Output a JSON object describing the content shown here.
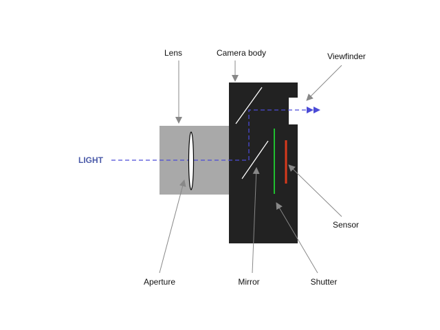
{
  "labels": {
    "lens": "Lens",
    "camera_body": "Camera body",
    "viewfinder": "Viewfinder",
    "light": "LIGHT",
    "sensor": "Sensor",
    "aperture": "Aperture",
    "mirror": "Mirror",
    "shutter": "Shutter"
  },
  "colors": {
    "background": "#ffffff",
    "camera_body": "#222222",
    "lens_barrel": "#a9a9a9",
    "light_path": "#4b4bd6",
    "light_label": "#4a5aa8",
    "pointer": "#888888",
    "shutter": "#1fbf2f",
    "sensor": "#d93a1c",
    "mirror": "#ffffff"
  }
}
